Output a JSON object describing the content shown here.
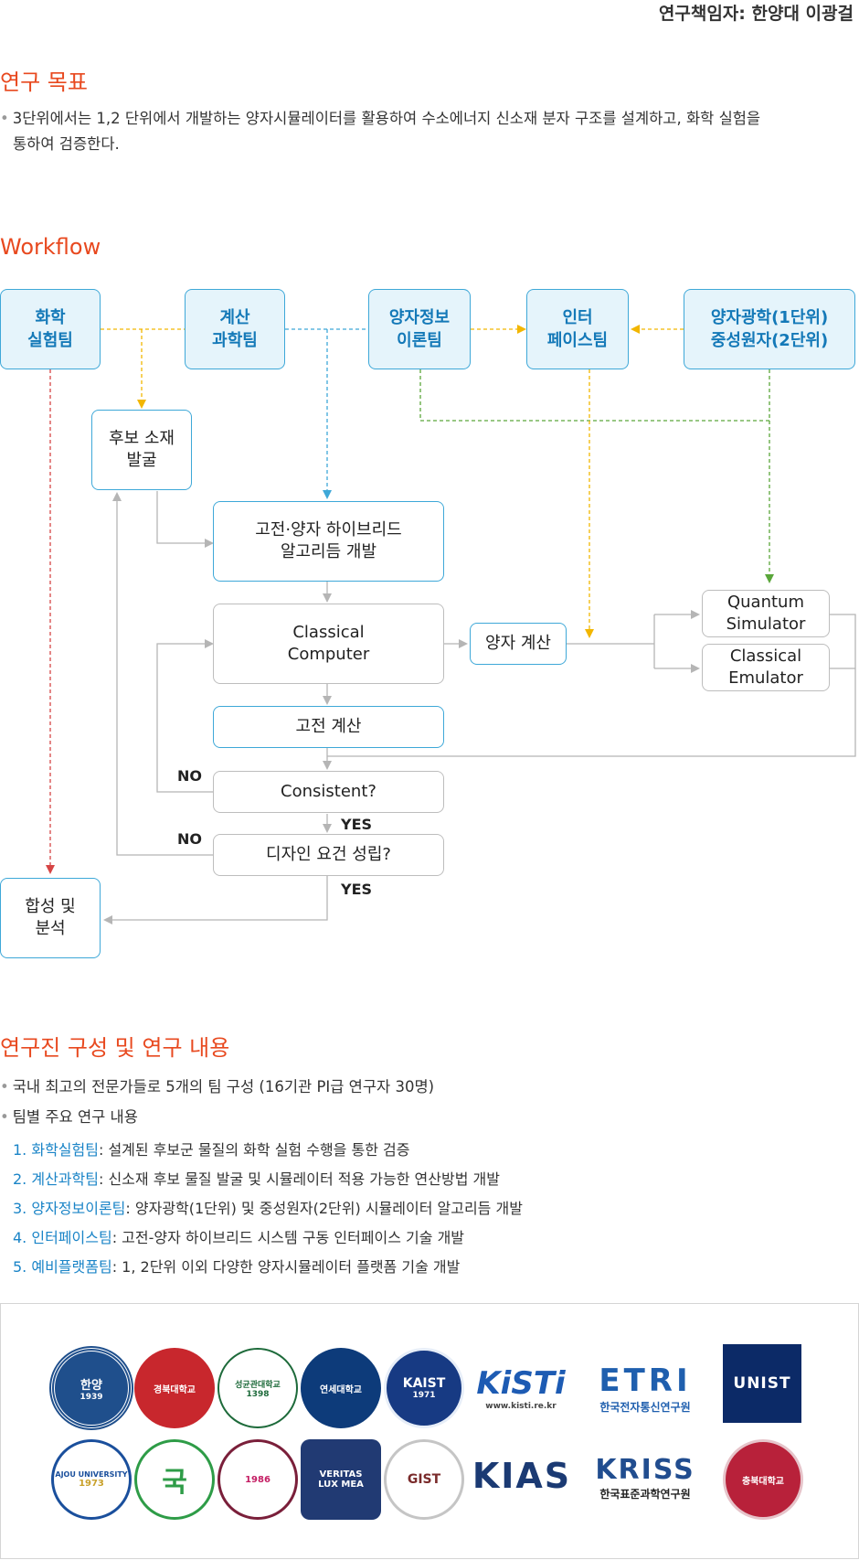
{
  "header": {
    "pi": "연구책임자: 한양대 이광걸"
  },
  "goal": {
    "title": "연구 목표",
    "text_line1": "3단위에서는 1,2 단위에서 개발하는 양자시뮬레이터를 활용하여 수소에너지 신소재 분자 구조를 설계하고, 화학 실험을",
    "text_line2": "통하여 검증한다."
  },
  "workflow": {
    "title": "Workflow",
    "teams": {
      "chem": [
        "화학",
        "실험팀"
      ],
      "comp": [
        "계산",
        "과학팀"
      ],
      "qinfo": [
        "양자정보",
        "이론팀"
      ],
      "interface": [
        "인터",
        "페이스팀"
      ],
      "optics": [
        "양자광학(1단위)",
        "중성원자(2단위)"
      ]
    },
    "candidate": [
      "후보 소재",
      "발굴"
    ],
    "hybrid": [
      "고전·양자 하이브리드",
      "알고리듬 개발"
    ],
    "classical_computer": [
      "Classical",
      "Computer"
    ],
    "quantum_calc": "양자 계산",
    "quantum_sim": [
      "Quantum",
      "Simulator"
    ],
    "classical_emu": [
      "Classical",
      "Emulator"
    ],
    "classical_calc": "고전 계산",
    "consistent": "Consistent?",
    "design": "디자인 요건 성립?",
    "synthesis": [
      "합성 및",
      "분석"
    ],
    "no1": "NO",
    "yes1": "YES",
    "no2": "NO",
    "yes2": "YES"
  },
  "team": {
    "title": "연구진 구성 및 연구 내용",
    "bullet1": "국내 최고의 전문가들로 5개의 팀 구성 (16기관 PI급 연구자 30명)",
    "bullet2": "팀별 주요 연구 내용",
    "items": [
      {
        "num": "1. ",
        "name": "화학실험팀",
        "desc": ": 설계된 후보군 물질의 화학 실험 수행을 통한 검증"
      },
      {
        "num": "2. ",
        "name": "계산과학팀",
        "desc": ": 신소재 후보 물질 발굴 및 시뮬레이터 적용 가능한 연산방법 개발"
      },
      {
        "num": "3. ",
        "name": "양자정보이론팀",
        "desc": ": 양자광학(1단위) 및 중성원자(2단위) 시뮬레이터 알고리듬 개발"
      },
      {
        "num": "4. ",
        "name": "인터페이스팀",
        "desc": ": 고전-양자 하이브리드 시스템 구동 인터페이스 기술 개발"
      },
      {
        "num": "5. ",
        "name": "예비플랫폼팀",
        "desc": ": 1, 2단위 이외 다양한 양자시뮬레이터 플랫폼 기술 개발"
      }
    ]
  },
  "logos": {
    "hanyang": "한양",
    "hanyang_year": "1939",
    "kyungpook": "경북대학교",
    "skku": "성균관대학교",
    "skku_year": "1398",
    "yonsei": "연세대학교",
    "kaist": "KAIST",
    "kaist_year": "1971",
    "kisti": "KiSTi",
    "kisti_url": "www.kisti.re.kr",
    "etri": "ETRI",
    "etri_kr": "한국전자통신연구원",
    "unist": "UNIST",
    "ajou": "AJOU UNIVERSITY",
    "ajou_year": "1973",
    "kookmin": "국",
    "postech_year": "1986",
    "korea": "VERITAS LUX MEA",
    "gist": "GIST",
    "kias": "KIAS",
    "kriss": "KRISS",
    "kriss_kr": "한국표준과학연구원",
    "chungbuk": "충북대학교"
  },
  "colors": {
    "accent": "#e8491f",
    "team_blue": "#1479b8",
    "arrow_yellow": "#f2b600",
    "arrow_blue": "#3ea8d8",
    "arrow_green": "#5aa63a",
    "arrow_red": "#d64545",
    "arrow_gray": "#b5b5b5"
  }
}
